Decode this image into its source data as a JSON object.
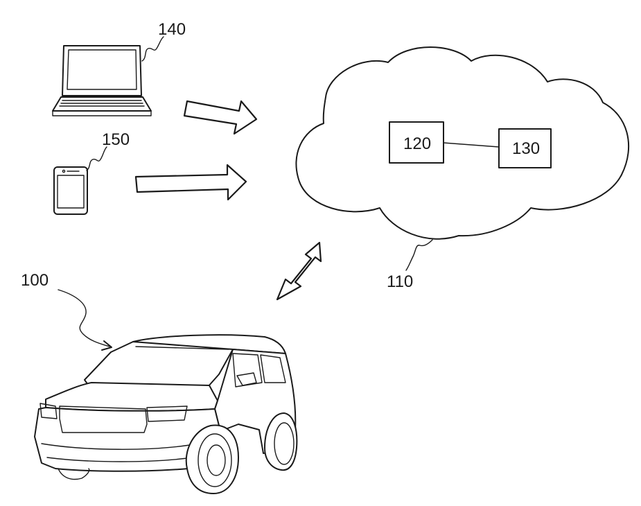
{
  "labels": {
    "vehicle": "100",
    "cloud": "110",
    "box_a": "120",
    "box_b": "130",
    "laptop": "140",
    "phone": "150"
  }
}
